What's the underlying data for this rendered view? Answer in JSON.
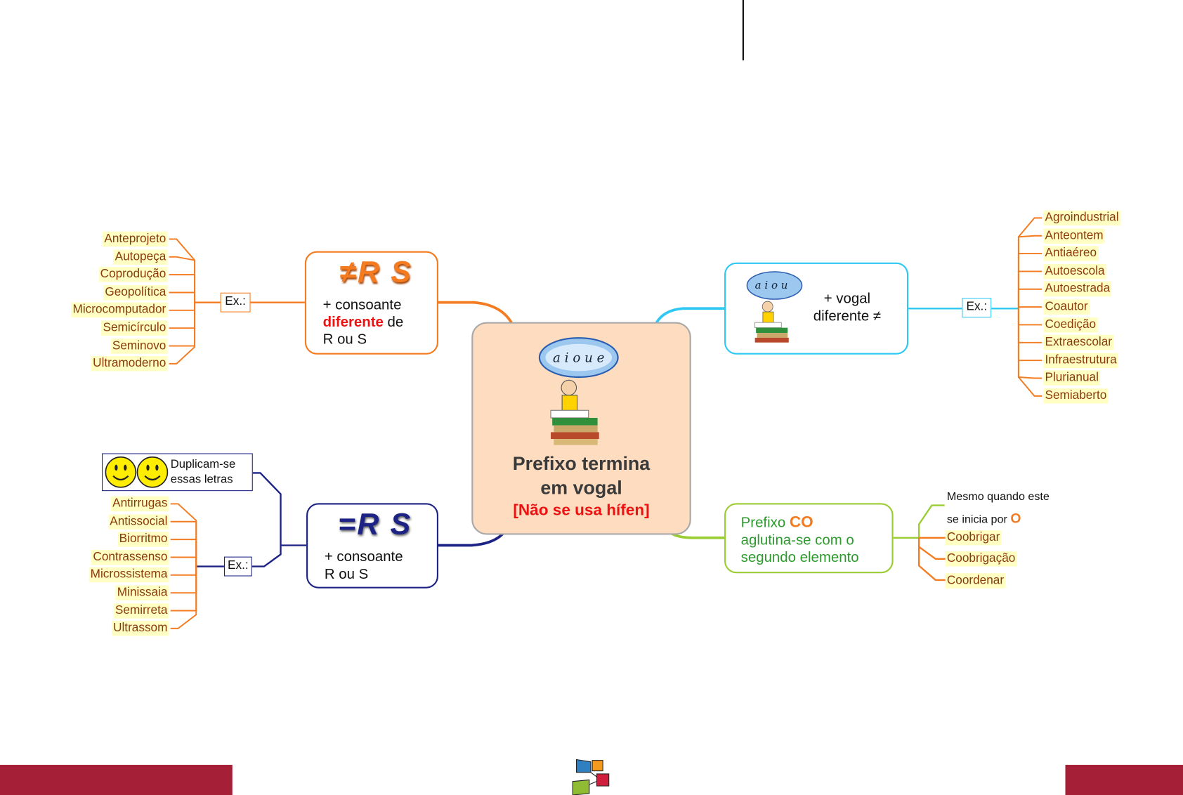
{
  "center": {
    "title_line1": "Prefixo termina",
    "title_line2": "em vogal",
    "subtitle": "[Não se usa hífen]",
    "cloud_letters": "a i o u e"
  },
  "top_left": {
    "symbol": "≠R S",
    "line1": "+ consoante",
    "highlight": "diferente",
    "after_highlight": " de",
    "line3": "R ou S",
    "ex_label": "Ex.:",
    "examples": [
      "Anteprojeto",
      "Autopeça",
      "Coprodução",
      "Geopolítica",
      "Microcomputador",
      "Semicírculo",
      "Seminovo",
      "Ultramoderno"
    ]
  },
  "top_right": {
    "line1": "+ vogal",
    "line2": "diferente ≠",
    "ex_label": "Ex.:",
    "examples": [
      "Agroindustrial",
      "Anteontem",
      "Antiaéreo",
      "Autoescola",
      "Autoestrada",
      "Coautor",
      "Coedição",
      "Extraescolar",
      "Infraestrutura",
      "Plurianual",
      "Semiaberto"
    ]
  },
  "bottom_left": {
    "symbol": "=R S",
    "line1": "+ consoante",
    "line2": "R ou S",
    "note_line1": "Duplicam-se",
    "note_line2": "essas letras",
    "ex_label": "Ex.:",
    "examples": [
      "Antirrugas",
      "Antissocial",
      "Biorritmo",
      "Contrassenso",
      "Microssistema",
      "Minissaia",
      "Semirreta",
      "Ultrassom"
    ]
  },
  "bottom_right": {
    "prefix_text": "Prefixo ",
    "prefix_highlight": "CO",
    "line2": "aglutina-se com o",
    "line3": "segundo elemento",
    "note_line1": "Mesmo quando este",
    "note_line2": "se inicia por ",
    "note_highlight": "O",
    "examples": [
      "Coobrigar",
      "Coobrigação",
      "Coordenar"
    ]
  },
  "colors": {
    "orange": "#f47b20",
    "cyan": "#2ec8f4",
    "navy": "#1c2384",
    "green": "#9acd32",
    "footer": "#a51f36"
  }
}
